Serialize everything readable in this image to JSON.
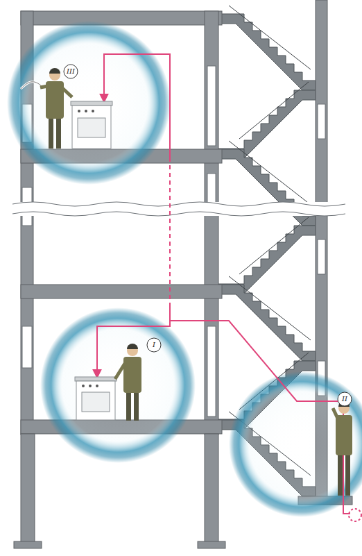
{
  "diagram": {
    "nodes": [
      {
        "text": [
          "III"
        ]
      },
      {
        "text": [
          "I"
        ]
      },
      {
        "text": [
          "II"
        ]
      }
    ]
  }
}
